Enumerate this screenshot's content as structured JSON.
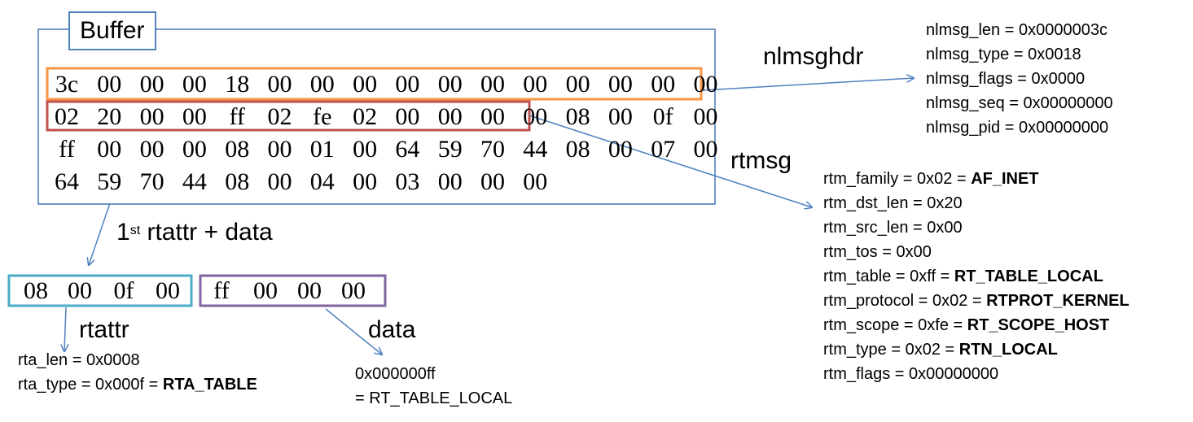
{
  "buffer": {
    "title": "Buffer",
    "rows": [
      [
        "3c",
        "00",
        "00",
        "00",
        "18",
        "00",
        "00",
        "00",
        "00",
        "00",
        "00",
        "00",
        "00",
        "00",
        "00",
        "00"
      ],
      [
        "02",
        "20",
        "00",
        "00",
        "ff",
        "02",
        "fe",
        "02",
        "00",
        "00",
        "00",
        "00",
        "08",
        "00",
        "0f",
        "00"
      ],
      [
        "ff",
        "00",
        "00",
        "00",
        "08",
        "00",
        "01",
        "00",
        "64",
        "59",
        "70",
        "44",
        "08",
        "00",
        "07",
        "00"
      ],
      [
        "64",
        "59",
        "70",
        "44",
        "08",
        "00",
        "04",
        "00",
        "03",
        "00",
        "00",
        "00"
      ]
    ]
  },
  "nlmsghdr": {
    "label": "nlmsghdr",
    "fields": [
      {
        "text": "nlmsg_len = 0x0000003c"
      },
      {
        "text": "nlmsg_type = 0x0018"
      },
      {
        "text": "nlmsg_flags = 0x0000"
      },
      {
        "text": "nlmsg_seq = 0x00000000"
      },
      {
        "text": "nlmsg_pid = 0x00000000"
      }
    ]
  },
  "rtmsg": {
    "label": "rtmsg",
    "fields": [
      {
        "text": "rtm_family = 0x02 = ",
        "bold": "AF_INET"
      },
      {
        "text": "rtm_dst_len = 0x20"
      },
      {
        "text": "rtm_src_len = 0x00"
      },
      {
        "text": "rtm_tos = 0x00"
      },
      {
        "text": "rtm_table = 0xff = ",
        "bold": "RT_TABLE_LOCAL"
      },
      {
        "text": "rtm_protocol = 0x02 = ",
        "bold": "RTPROT_KERNEL"
      },
      {
        "text": "rtm_scope = 0xfe = ",
        "bold": "RT_SCOPE_HOST"
      },
      {
        "text": "rtm_type = 0x02 = ",
        "bold": "RTN_LOCAL"
      },
      {
        "text": "rtm_flags = 0x00000000"
      }
    ]
  },
  "first_rtattr": {
    "label_main": "1",
    "label_sup": "st",
    "label_rest": " rtattr + data",
    "rtattr_bytes": [
      "08",
      "00",
      "0f",
      "00"
    ],
    "data_bytes": [
      "ff",
      "00",
      "00",
      "00"
    ]
  },
  "rtattr": {
    "label": "rtattr",
    "fields": [
      {
        "text": "rta_len = 0x0008"
      },
      {
        "text": "rta_type = 0x000f = ",
        "bold": "RTA_TABLE"
      }
    ]
  },
  "data": {
    "label": "data",
    "lines": [
      "0x000000ff",
      "= RT_TABLE_LOCAL"
    ]
  },
  "colors": {
    "buffer_border": "#4f81bd",
    "nlmsghdr_box": "#f79646",
    "rtmsg_box": "#c0504d",
    "rtattr_box": "#4bacc6",
    "data_box": "#8064a2",
    "arrow": "#4f81bd"
  }
}
